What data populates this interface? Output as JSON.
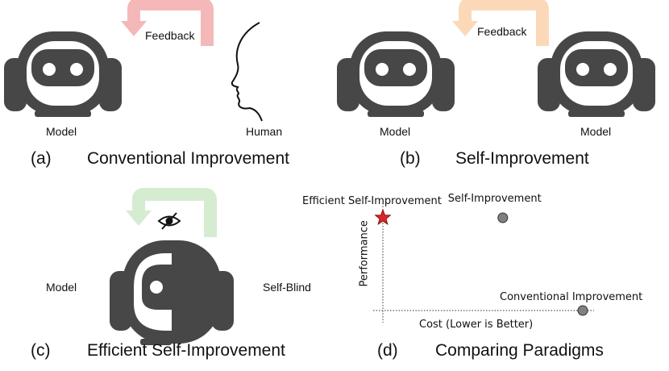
{
  "panel_a": {
    "feedback_label": "Feedback",
    "model_label": "Model",
    "human_label": "Human",
    "caption_letter": "(a)",
    "caption_title": "Conventional Improvement"
  },
  "panel_b": {
    "feedback_label": "Feedback",
    "model_left_label": "Model",
    "model_right_label": "Model",
    "caption_letter": "(b)",
    "caption_title": "Self-Improvement"
  },
  "panel_c": {
    "model_label": "Model",
    "self_blind_label": "Self-Blind",
    "caption_letter": "(c)",
    "caption_title": "Efficient Self-Improvement"
  },
  "panel_d": {
    "caption_letter": "(d)",
    "caption_title": "Comparing Paradigms"
  },
  "chart_data": {
    "type": "scatter",
    "xlabel": "Cost (Lower is Better)",
    "ylabel": "Performance",
    "grid": false,
    "points": [
      {
        "label": "Efficient Self-Improvement",
        "x": 0.0,
        "y": 1.0,
        "marker": "star",
        "color": "#d62728"
      },
      {
        "label": "Self-Improvement",
        "x": 0.6,
        "y": 1.0,
        "marker": "circle",
        "color": "#808080"
      },
      {
        "label": "Conventional Improvement",
        "x": 1.0,
        "y": 0.0,
        "marker": "circle",
        "color": "#808080"
      }
    ],
    "xlim": [
      0,
      1
    ],
    "ylim": [
      0,
      1
    ]
  },
  "colors": {
    "robot": "#474747",
    "feedback_red": "#f4b8b8",
    "feedback_orange": "#fbd9b8",
    "feedback_green": "#d5ecd1",
    "star": "#d62728",
    "point": "#808080"
  }
}
